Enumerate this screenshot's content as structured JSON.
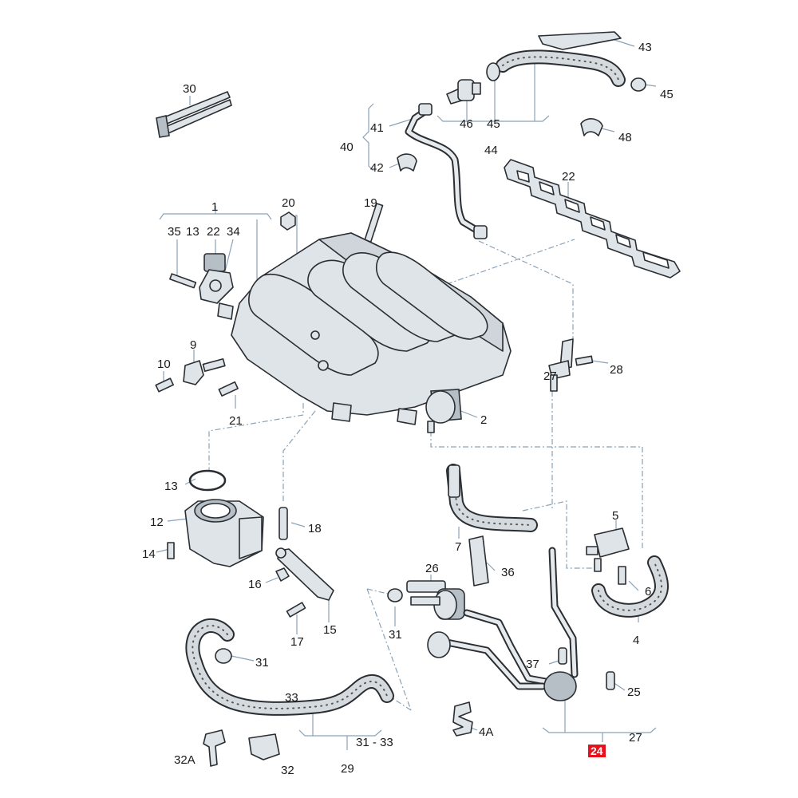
{
  "labels": {
    "p1": "1",
    "p2": "2",
    "p4": "4",
    "p4a": "4A",
    "p5": "5",
    "p6": "6",
    "p7": "7",
    "p9": "9",
    "p10": "10",
    "p12": "12",
    "p13a": "13",
    "p13b": "13",
    "p14": "14",
    "p15": "15",
    "p16": "16",
    "p17": "17",
    "p18": "18",
    "p19": "19",
    "p20": "20",
    "p21": "21",
    "p22a": "22",
    "p22b": "22",
    "p25": "25",
    "p26": "26",
    "p27a": "27",
    "p27b": "27",
    "p28": "28",
    "p29": "29",
    "p30": "30",
    "p31a": "31",
    "p31b": "31",
    "p31_33": "31 - 33",
    "p32": "32",
    "p32a": "32A",
    "p33": "33",
    "p34": "34",
    "p35": "35",
    "p36": "36",
    "p37": "37",
    "p40": "40",
    "p41": "41",
    "p42": "42",
    "p43": "43",
    "p44": "44",
    "p45a": "45",
    "p45b": "45",
    "p46": "46",
    "p48": "48"
  },
  "badge": {
    "text": "24",
    "color": "#e8101a"
  }
}
